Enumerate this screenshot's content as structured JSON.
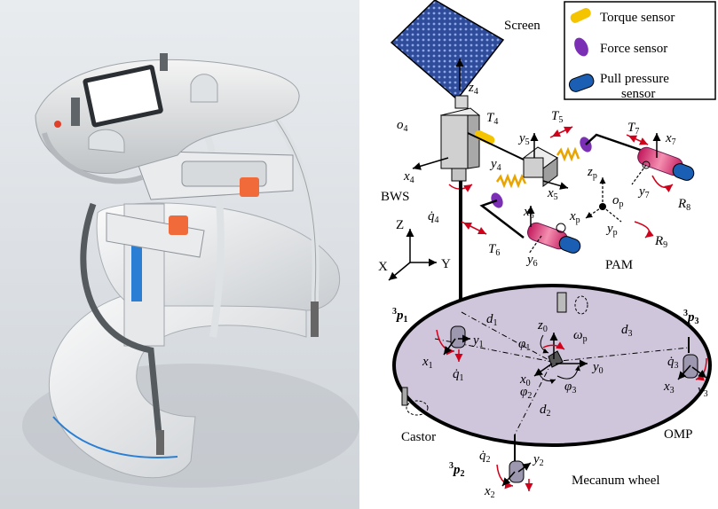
{
  "legend": {
    "items": [
      {
        "label": "Torque sensor",
        "color": "#f5c400"
      },
      {
        "label": "Force sensor",
        "color": "#7b2fb5"
      },
      {
        "label": "Pull pressure",
        "label2": "sensor",
        "color": "#1a5fb4"
      }
    ]
  },
  "labels": {
    "screen": "Screen",
    "bws": "BWS",
    "pam": "PAM",
    "castor": "Castor",
    "omp": "OMP",
    "mecanum": "Mecanum wheel",
    "Z": "Z",
    "X": "X",
    "Y": "Y"
  },
  "symbols": {
    "z4": [
      "z",
      "4"
    ],
    "o4": [
      "o",
      "4"
    ],
    "T4": [
      "T",
      "4"
    ],
    "x4": [
      "x",
      "4"
    ],
    "q4": [
      "q̇",
      "4"
    ],
    "y4": [
      "y",
      "4"
    ],
    "y5": [
      "y",
      "5"
    ],
    "T5": [
      "T",
      "5"
    ],
    "x5": [
      "x",
      "5"
    ],
    "T7": [
      "T",
      "7"
    ],
    "x7": [
      "x",
      "7"
    ],
    "y7": [
      "y",
      "7"
    ],
    "R8": [
      "R",
      "8"
    ],
    "zp": [
      "z",
      "p"
    ],
    "op": [
      "o",
      "p"
    ],
    "xp": [
      "x",
      "p"
    ],
    "yp": [
      "y",
      "p"
    ],
    "R9": [
      "R",
      "9"
    ],
    "x6": [
      "x",
      "6"
    ],
    "T6": [
      "T",
      "6"
    ],
    "y6": [
      "y",
      "6"
    ],
    "p1": [
      "p",
      "1"
    ],
    "d1": [
      "d",
      "1"
    ],
    "z0": [
      "z",
      "0"
    ],
    "wp": [
      "ω",
      "p"
    ],
    "d3": [
      "d",
      "3"
    ],
    "p3": [
      "p",
      "3"
    ],
    "phi1": [
      "φ",
      "1"
    ],
    "x1": [
      "x",
      "1"
    ],
    "y1": [
      "y",
      "1"
    ],
    "q1": [
      "q̇",
      "1"
    ],
    "x0": [
      "x",
      "0"
    ],
    "y0": [
      "y",
      "0"
    ],
    "phi2": [
      "φ",
      "2"
    ],
    "phi3": [
      "φ",
      "3"
    ],
    "q3": [
      "q̇",
      "3"
    ],
    "x3": [
      "x",
      "3"
    ],
    "y3": [
      "y",
      "3"
    ],
    "d2": [
      "d",
      "2"
    ],
    "q2": [
      "q̇",
      "2"
    ],
    "y2": [
      "y",
      "2"
    ],
    "p2": [
      "p",
      "2"
    ],
    "x2": [
      "x",
      "2"
    ],
    "sup3": "3"
  }
}
